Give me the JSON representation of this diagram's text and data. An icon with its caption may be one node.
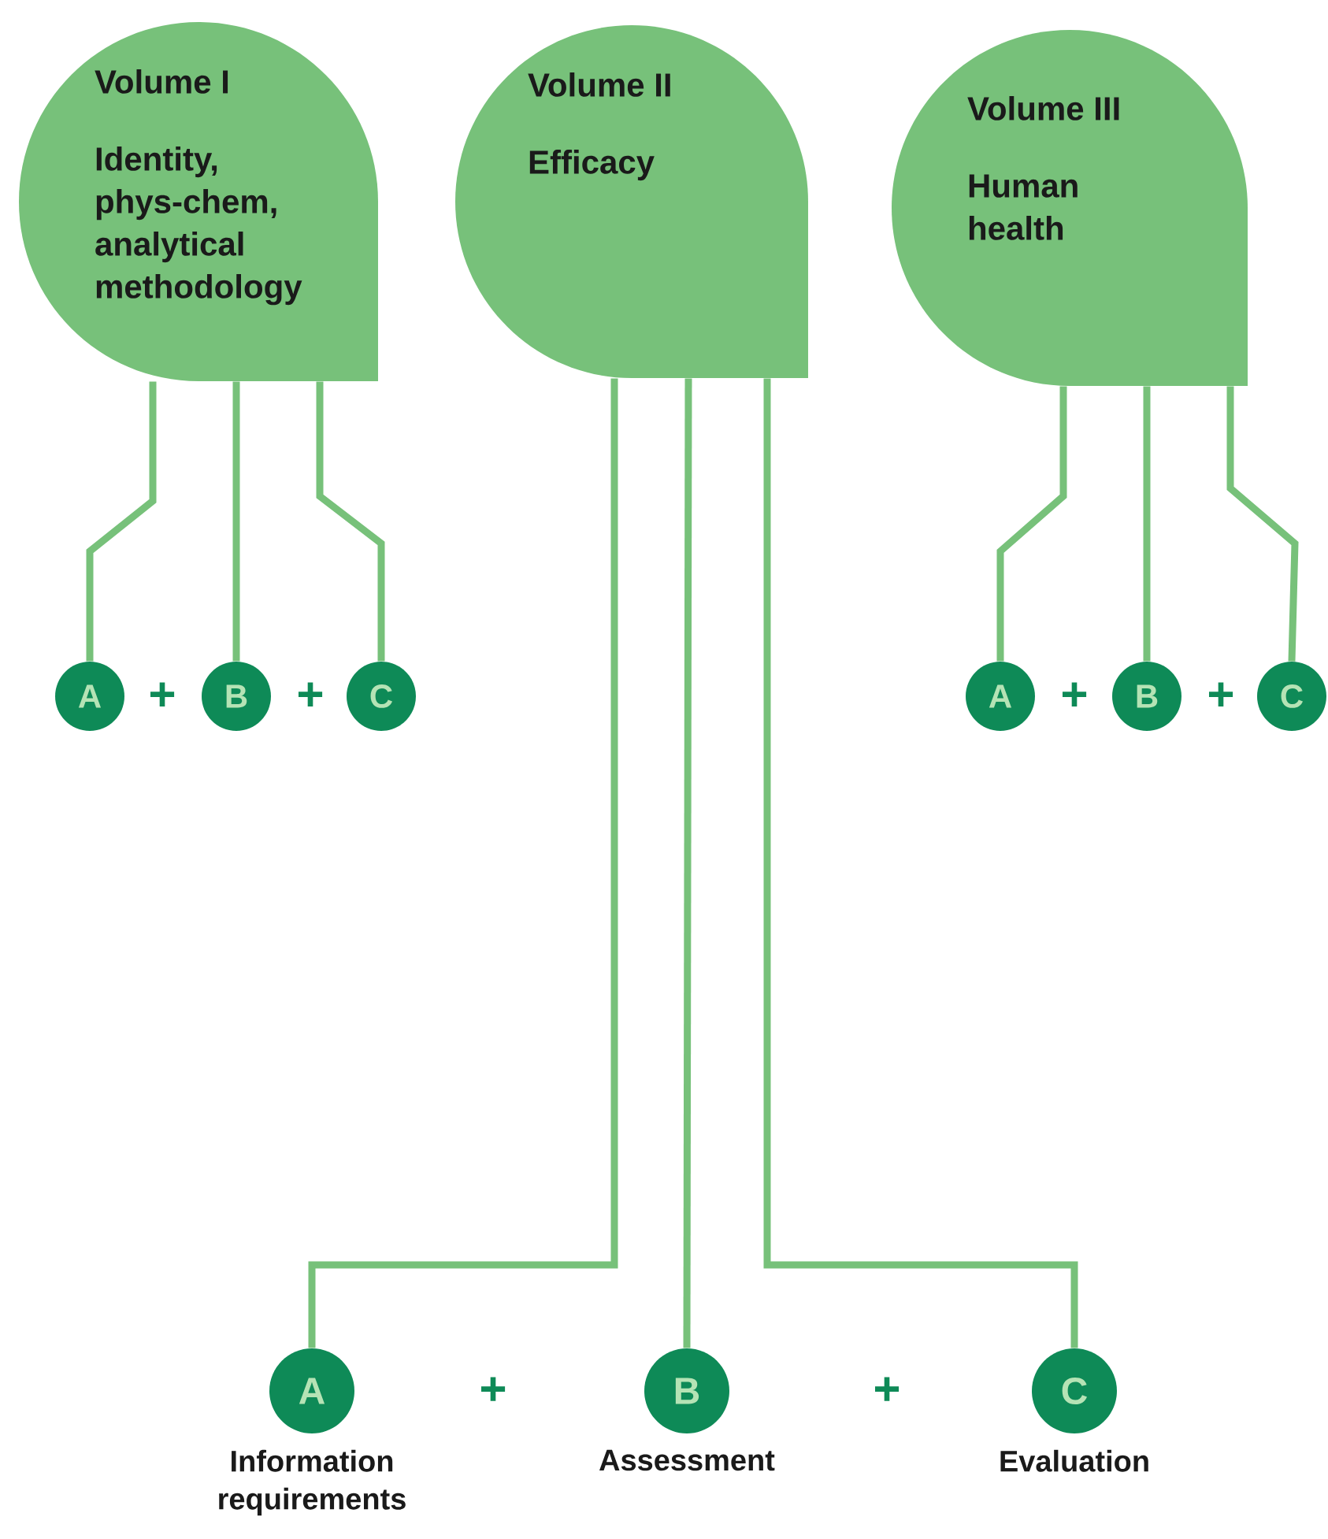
{
  "diagram": {
    "nodes": [
      {
        "text": [
          "Volume I",
          "Identity, phys-chem, analytical methodology"
        ]
      },
      {
        "text": [
          "Volume II",
          "Efficacy"
        ]
      },
      {
        "text": [
          "Volume III",
          "Human health"
        ]
      },
      {
        "text": [
          "A"
        ]
      },
      {
        "text": [
          "B"
        ]
      },
      {
        "text": [
          "C"
        ]
      },
      {
        "text": [
          "A"
        ]
      },
      {
        "text": [
          "B"
        ]
      },
      {
        "text": [
          "C"
        ]
      },
      {
        "text": [
          "A"
        ],
        "beside": [
          "Information requirements"
        ]
      },
      {
        "text": [
          "B"
        ],
        "beside": [
          "Assessment"
        ]
      },
      {
        "text": [
          "C"
        ],
        "beside": [
          "Evaluation"
        ]
      }
    ],
    "edges": [
      {
        "from": 0,
        "to": 3,
        "arrow": "none"
      },
      {
        "from": 0,
        "to": 4,
        "arrow": "none"
      },
      {
        "from": 0,
        "to": 5,
        "arrow": "none"
      },
      {
        "from": 2,
        "to": 6,
        "arrow": "none"
      },
      {
        "from": 2,
        "to": 7,
        "arrow": "none"
      },
      {
        "from": 2,
        "to": 8,
        "arrow": "none"
      },
      {
        "from": 1,
        "to": 9,
        "arrow": "none"
      },
      {
        "from": 1,
        "to": 10,
        "arrow": "none"
      },
      {
        "from": 1,
        "to": 11,
        "arrow": "none"
      }
    ],
    "labels": [
      "+",
      "+",
      "+",
      "+",
      "+",
      "+"
    ]
  }
}
